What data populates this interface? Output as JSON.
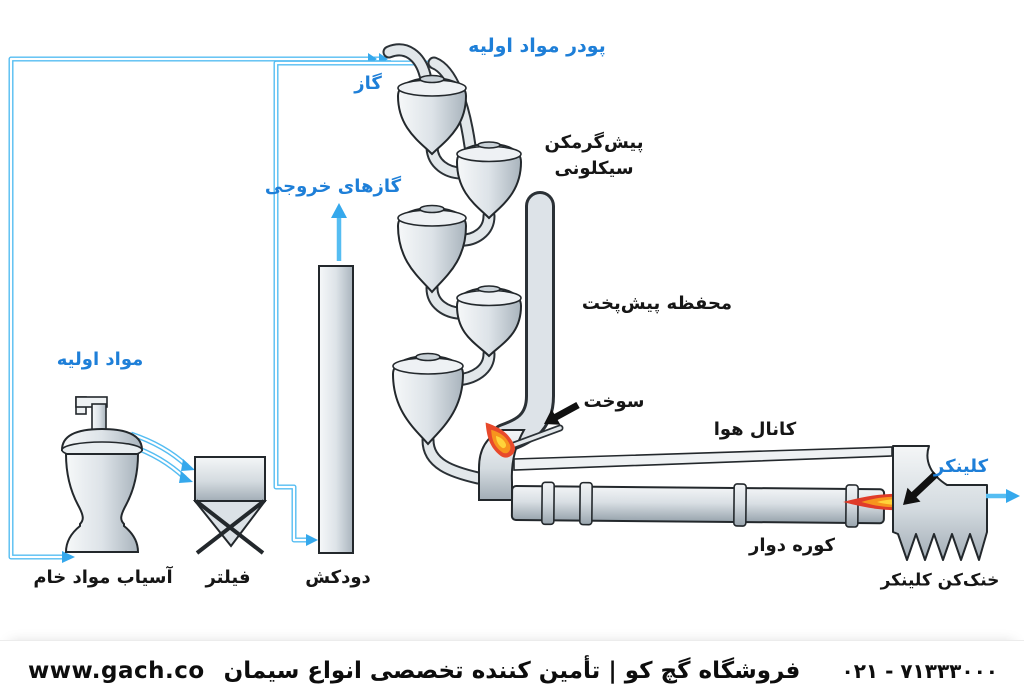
{
  "diagram": {
    "labels": {
      "powder_feed": "پودر مواد اولیه",
      "gas": "گاز",
      "exhaust_gases": "گازهای خروجی",
      "cyclone_preheater_l1": "پیش‌گرمکن",
      "cyclone_preheater_l2": "سیکلونی",
      "precalciner": "محفظه پیش‌پخت",
      "fuel": "سوخت",
      "air_duct": "کانال هوا",
      "rotary_kiln": "کوره دوار",
      "clinker": "کلینکر",
      "clinker_cooler": "خنک‌کن کلینکر",
      "raw_materials": "مواد اولیه",
      "raw_mill": "آسیاب مواد خام",
      "filter": "فیلتر",
      "chimney": "دودکش"
    },
    "colors": {
      "label_blue": "#1e7fd8",
      "pipe_blue": "#55bdf2",
      "flame_orange": "#f7941d",
      "flame_red": "#e8492b",
      "flame_yellow": "#ffd43a",
      "metal_gray": "#cfd7dd",
      "text_black": "#161616"
    }
  },
  "footer": {
    "website": "www.gach.co",
    "tagline": "فروشگاه گچ کو | تأمین کننده تخصصی انواع سیمان",
    "phone": "۰۲۱ - ۷۱۳۳۳۰۰۰"
  }
}
